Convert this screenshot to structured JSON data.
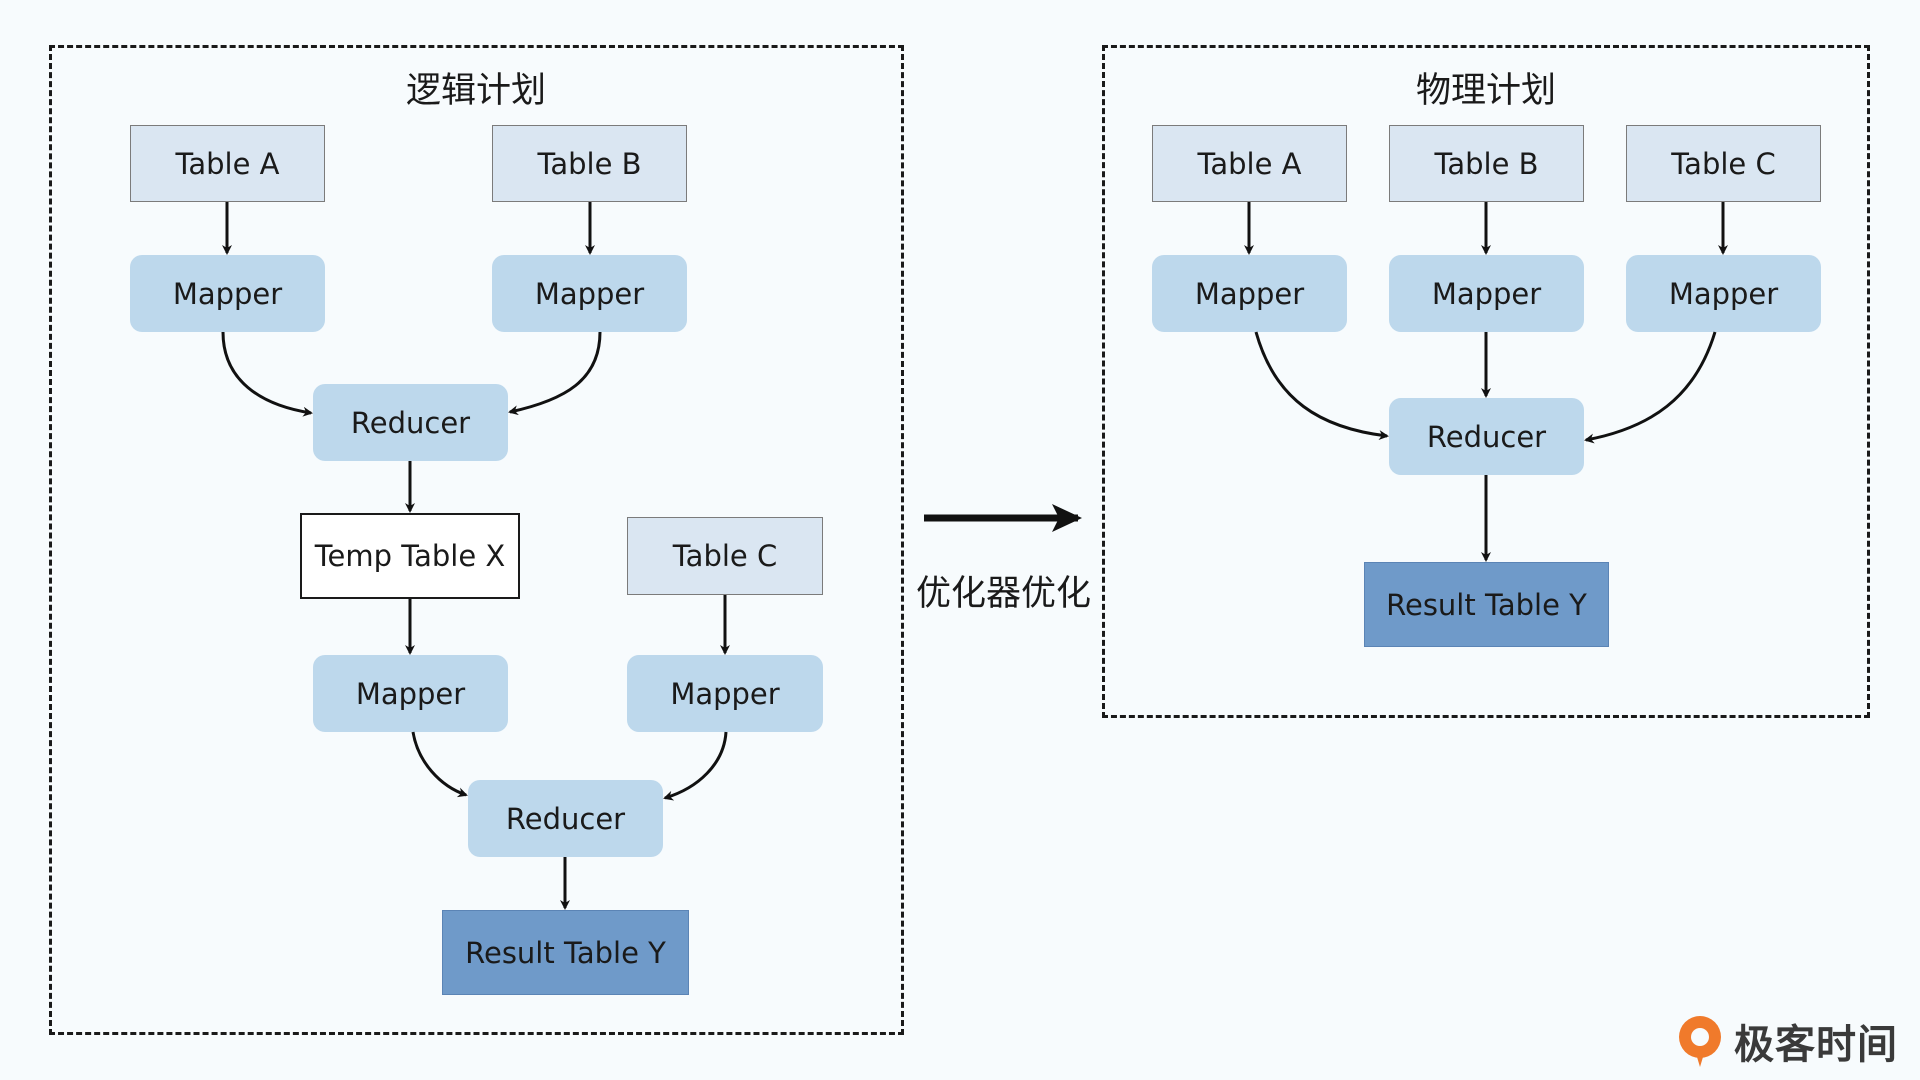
{
  "logical_plan": {
    "title": "逻辑计划",
    "table_a": "Table A",
    "table_b": "Table B",
    "mapper_1": "Mapper",
    "mapper_2": "Mapper",
    "reducer_1": "Reducer",
    "temp_table": "Temp Table X",
    "table_c": "Table C",
    "mapper_3": "Mapper",
    "mapper_4": "Mapper",
    "reducer_2": "Reducer",
    "result": "Result Table Y"
  },
  "optimizer_label": "优化器优化",
  "physical_plan": {
    "title": "物理计划",
    "table_a": "Table A",
    "table_b": "Table B",
    "table_c": "Table C",
    "mapper_1": "Mapper",
    "mapper_2": "Mapper",
    "mapper_3": "Mapper",
    "reducer": "Reducer",
    "result": "Result Table Y"
  },
  "logo": {
    "text": "极客时间",
    "brand_color": "#F07A2B"
  },
  "colors": {
    "background": "#F7FBFD",
    "table_fill": "#DAE6F2",
    "process_fill": "#BDD8EC",
    "result_fill": "#6F9AC9",
    "temp_fill": "#FFFFFF"
  }
}
